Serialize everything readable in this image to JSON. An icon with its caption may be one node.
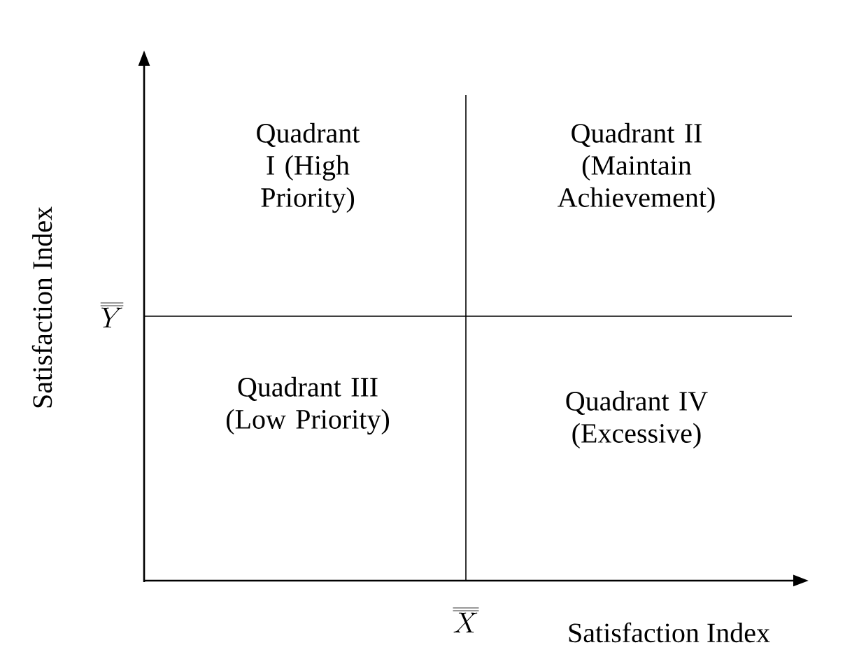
{
  "diagram": {
    "labels": [
      "Satisfaction Index",
      "Quadrant I (High Priority)",
      "Quadrant II (Maintain Achievement)",
      "\\overline{\\overline{Y}}",
      "Quadrant III (Low Priority)",
      "Quadrant IV (Excessive)",
      "\\overline{\\overline{X}}",
      "Satisfaction Index"
    ]
  }
}
